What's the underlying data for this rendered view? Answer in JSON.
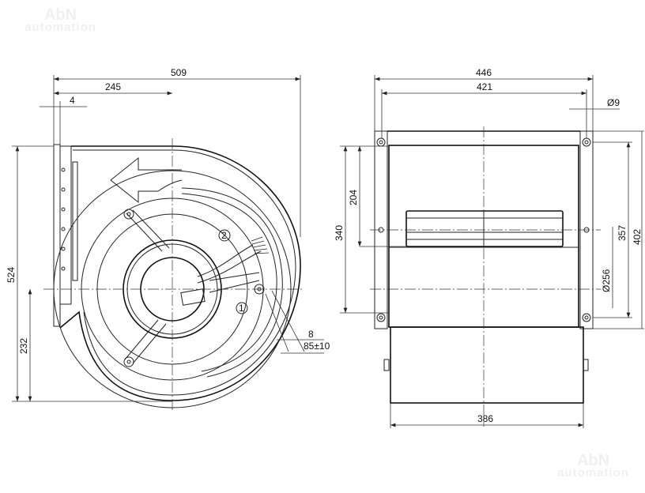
{
  "watermark": {
    "brand": "AbN",
    "sub": "automation"
  },
  "side_view": {
    "dims": {
      "overall_width": "509",
      "center_offset": "245",
      "flange": "4",
      "overall_height": "524",
      "center_height": "232",
      "cable_offset": "8",
      "cable_length": "85±10"
    },
    "callouts": {
      "c1": "1",
      "c2": "2"
    }
  },
  "front_view": {
    "dims": {
      "flange_width": "446",
      "hole_spacing": "421",
      "hole_dia": "Ø9",
      "impeller_pos": "204",
      "outlet_height": "340",
      "hole_spacing_v": "357",
      "flange_height": "402",
      "impeller_dia": "Ø256",
      "housing_width": "386"
    }
  }
}
